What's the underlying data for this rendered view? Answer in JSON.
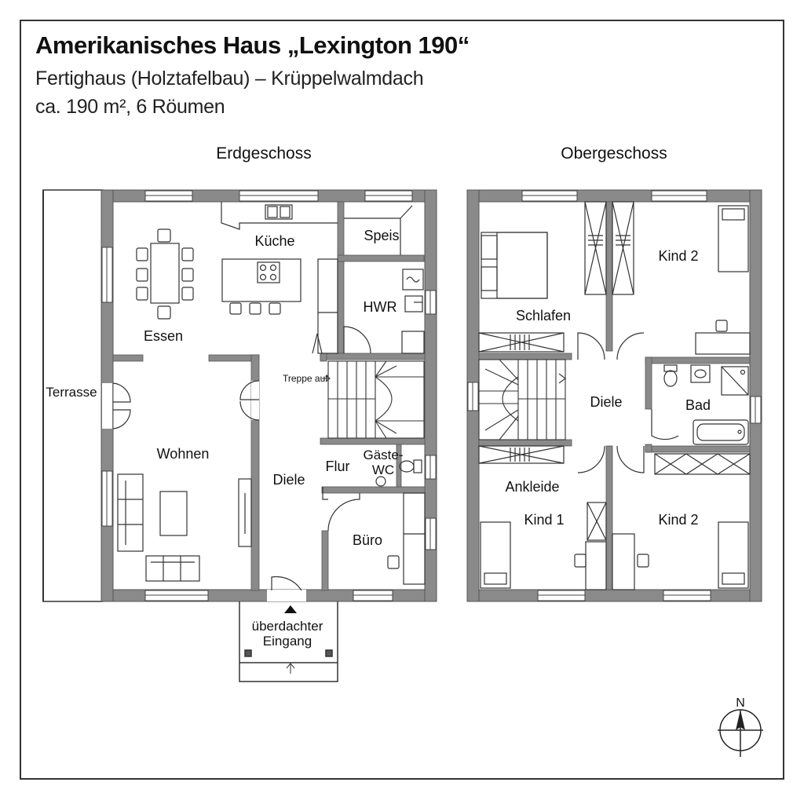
{
  "header": {
    "title": "Amerikanisches Haus „Lexington 190“",
    "subtitle_line1": "Fertighaus (Holztafelbau) – Krüppelwalmdach",
    "subtitle_line2": "ca. 190 m², 6 Röumen"
  },
  "floors": {
    "ground": {
      "title": "Erdgeschoss",
      "rooms": {
        "terrasse": "Terrasse",
        "kueche": "Küche",
        "speis": "Speis",
        "essen": "Essen",
        "hwr": "HWR",
        "treppe": "Treppe auf",
        "wohnen": "Wohnen",
        "diele": "Diele",
        "flur": "Flur",
        "gaeste_1": "Gäste-",
        "gaeste_2": "WC",
        "buero": "Büro",
        "eingang_1": "überdachter",
        "eingang_2": "Eingang"
      }
    },
    "upper": {
      "title": "Obergeschoss",
      "rooms": {
        "schlafen": "Schlafen",
        "kind2_top": "Kind 2",
        "diele": "Diele",
        "bad": "Bad",
        "ankleide": "Ankleide",
        "kind1": "Kind 1",
        "kind2_bottom": "Kind 2"
      }
    }
  },
  "compass": {
    "north_label": "N"
  },
  "colors": {
    "wall": "#8a8a8a",
    "wall_edge": "#555555",
    "line": "#333333",
    "paper": "#ffffff"
  }
}
